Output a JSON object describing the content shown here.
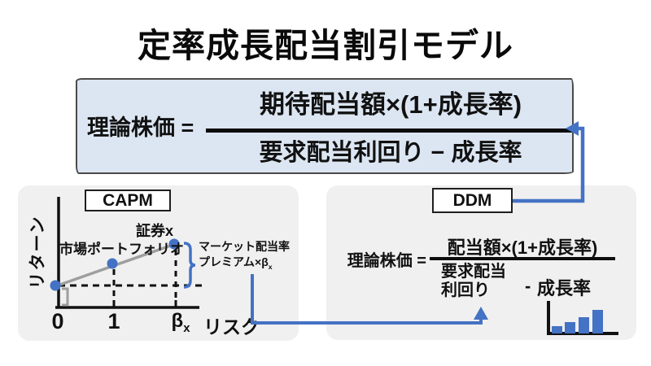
{
  "title": "定率成長配当割引モデル",
  "colors": {
    "accent_blue": "#4472C4",
    "formula_box_bg": "#DCE6F2",
    "panel_bg": "#F0F0F0",
    "line_gray": "#9E9E9E",
    "ink": "#111111"
  },
  "main_formula": {
    "lhs": "理論株価 =",
    "numerator": "期待配当額×(1+成長率)",
    "denominator": "要求配当利回り − 成長率"
  },
  "capm_panel": {
    "label": "CAPM",
    "y_axis_label": "リターン",
    "x_axis_label": "リスク",
    "tick_zero": "0",
    "tick_one": "1",
    "tick_beta": "β",
    "tick_beta_sub": "x",
    "market_portfolio_label": "市場ポートフォリオ",
    "security_label": "証券x",
    "premium_label_line1": "マーケット配当率",
    "premium_label_line2": "プレミアム×β",
    "premium_label_sub": "x"
  },
  "ddm_panel": {
    "label": "DDM",
    "formula": {
      "lhs": "理論株価 =",
      "numerator": "配当額×(1+成長率)",
      "denominator_line1": "要求配当",
      "denominator_line2": "利回り",
      "minus_sign": "-",
      "subtrahend": "成長率"
    }
  }
}
